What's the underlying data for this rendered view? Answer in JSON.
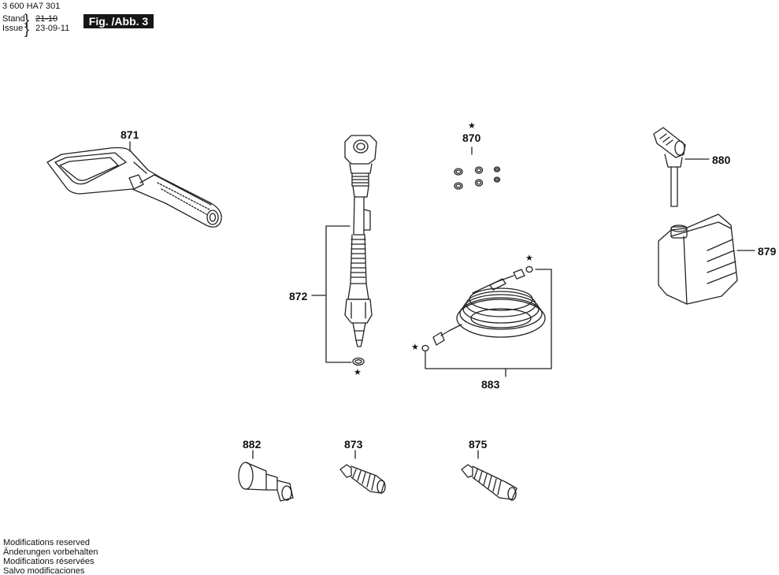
{
  "header": {
    "doc_number": "3 600 HA7 301",
    "stand_label": "Stand",
    "issue_label": "Issue",
    "stand_value": "21-10",
    "issue_value": "23-09-11",
    "figure_label": "Fig. /Abb. 3"
  },
  "parts": [
    {
      "number": "871",
      "name": "trigger gun"
    },
    {
      "number": "872",
      "name": "lance"
    },
    {
      "number": "870",
      "name": "o-ring set"
    },
    {
      "number": "880",
      "name": "detergent suction tube"
    },
    {
      "number": "879",
      "name": "detergent bottle"
    },
    {
      "number": "883",
      "name": "high pressure hose"
    },
    {
      "number": "882",
      "name": "adapter"
    },
    {
      "number": "873",
      "name": "nozzle"
    },
    {
      "number": "875",
      "name": "rotary nozzle"
    }
  ],
  "marker_symbol": "★",
  "footer": {
    "lines": [
      "Modifications reserved",
      "Änderungen vorbehalten",
      "Modifications réservées",
      "Salvo modificaciones"
    ]
  }
}
